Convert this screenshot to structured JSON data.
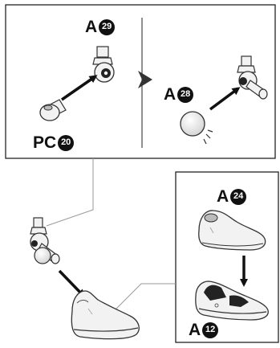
{
  "colors": {
    "ink": "#111111",
    "outline": "#333333",
    "part_fill": "#f2f2f2",
    "shade": "#bbbbbb",
    "arrow": "#111111",
    "connector": "#999999",
    "panel_border": "#222222"
  },
  "step_top_left": {
    "target_part": {
      "letter": "A",
      "number": "29"
    },
    "source_part": {
      "letter": "PC",
      "number": "20"
    }
  },
  "step_top_right": {
    "part": {
      "letter": "A",
      "number": "28"
    }
  },
  "step_shoe": {
    "upper_part": {
      "letter": "A",
      "number": "24"
    },
    "sole_part": {
      "letter": "A",
      "number": "12"
    }
  }
}
